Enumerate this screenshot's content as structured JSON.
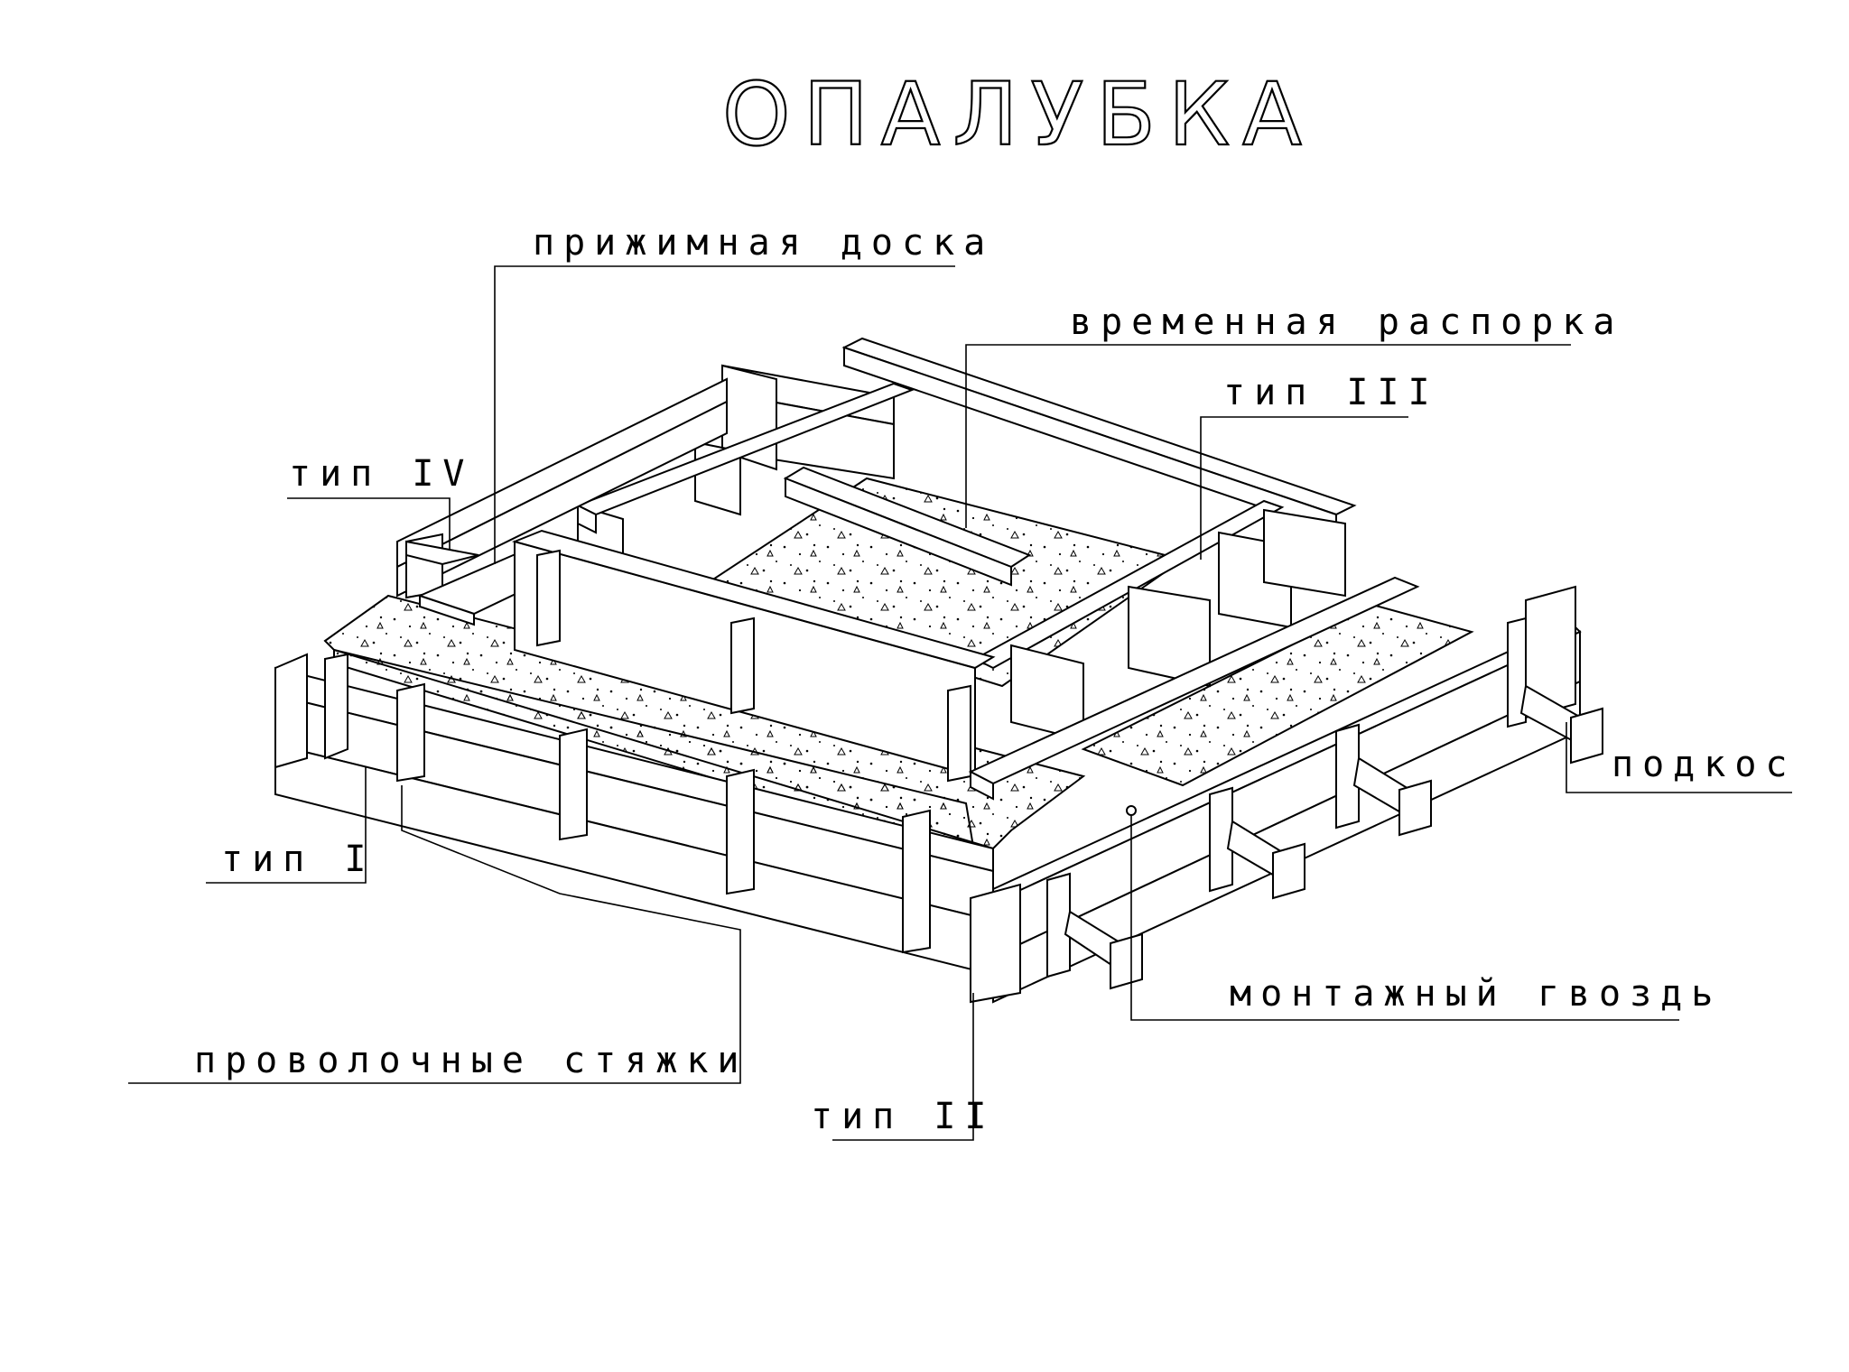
{
  "title": "ОПАЛУБКА",
  "labels": {
    "clamp_board": "прижимная доска",
    "temp_spacer": "временная распорка",
    "type_iii": "тип III",
    "type_iv": "тип IV",
    "type_i": "тип I",
    "brace": "подкос",
    "mount_nail": "монтажный гвоздь",
    "wire_ties": "проволочные стяжки",
    "type_ii": "тип II"
  }
}
